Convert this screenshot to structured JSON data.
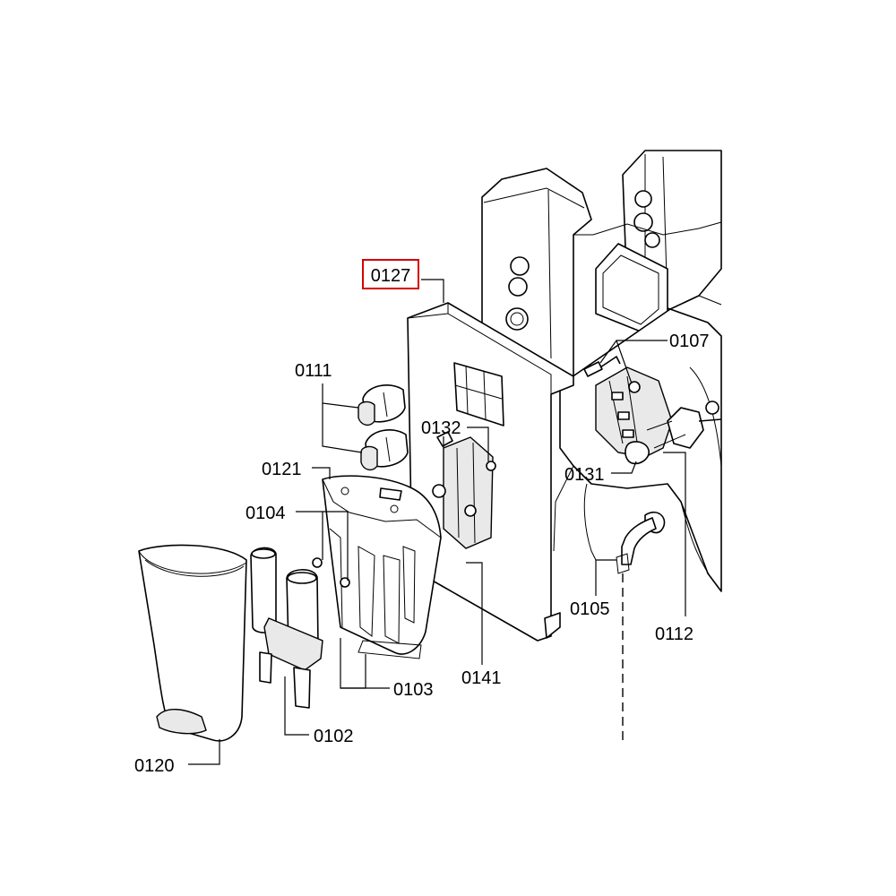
{
  "diagram": {
    "highlight_color": "#d40000",
    "line_color": "#000000",
    "background": "#ffffff",
    "labels": {
      "p0127": "0127",
      "p0111": "0111",
      "p0121": "0121",
      "p0104": "0104",
      "p0132": "0132",
      "p0107": "0107",
      "p0131": "0131",
      "p0105": "0105",
      "p0112": "0112",
      "p0141": "0141",
      "p0103": "0103",
      "p0102": "0102",
      "p0120": "0120"
    },
    "highlighted_label": "0127"
  }
}
